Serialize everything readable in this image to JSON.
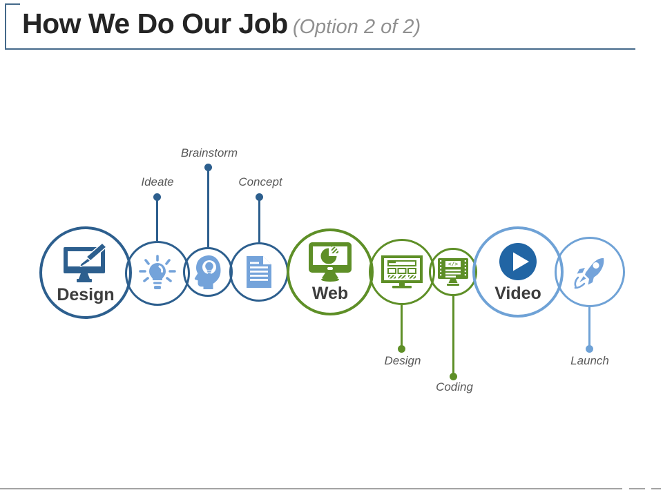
{
  "slide": {
    "title": "How We Do Our Job",
    "subtitle": "(Option 2 of 2)"
  },
  "colors": {
    "dark_blue": "#2d5f8e",
    "light_blue": "#74a3da",
    "sky_blue": "#6fa2d6",
    "green": "#5e8f27",
    "play_blue": "#2165a4",
    "label_gray": "#595959",
    "stage_text": "#3d3d3d",
    "title_dark": "#242424",
    "subtitle_gray": "#909090",
    "rule_blue": "#44698a",
    "footer_gray": "#a3a3a3"
  },
  "stages": [
    {
      "label": "Design",
      "icon": "monitor-paintbrush-icon"
    },
    {
      "label": "Web",
      "icon": "monitor-pie-chart-icon"
    },
    {
      "label": "Video",
      "icon": "play-button-icon"
    }
  ],
  "callouts_top": [
    {
      "label": "Ideate",
      "icon": "lightbulb-icon"
    },
    {
      "label": "Brainstorm",
      "icon": "head-idea-icon"
    },
    {
      "label": "Concept",
      "icon": "document-icon"
    }
  ],
  "callouts_bottom": [
    {
      "label": "Design",
      "icon": "monitor-wireframe-icon"
    },
    {
      "label": "Coding",
      "icon": "monitor-code-icon"
    },
    {
      "label": "Launch",
      "icon": "rocket-icon"
    }
  ]
}
